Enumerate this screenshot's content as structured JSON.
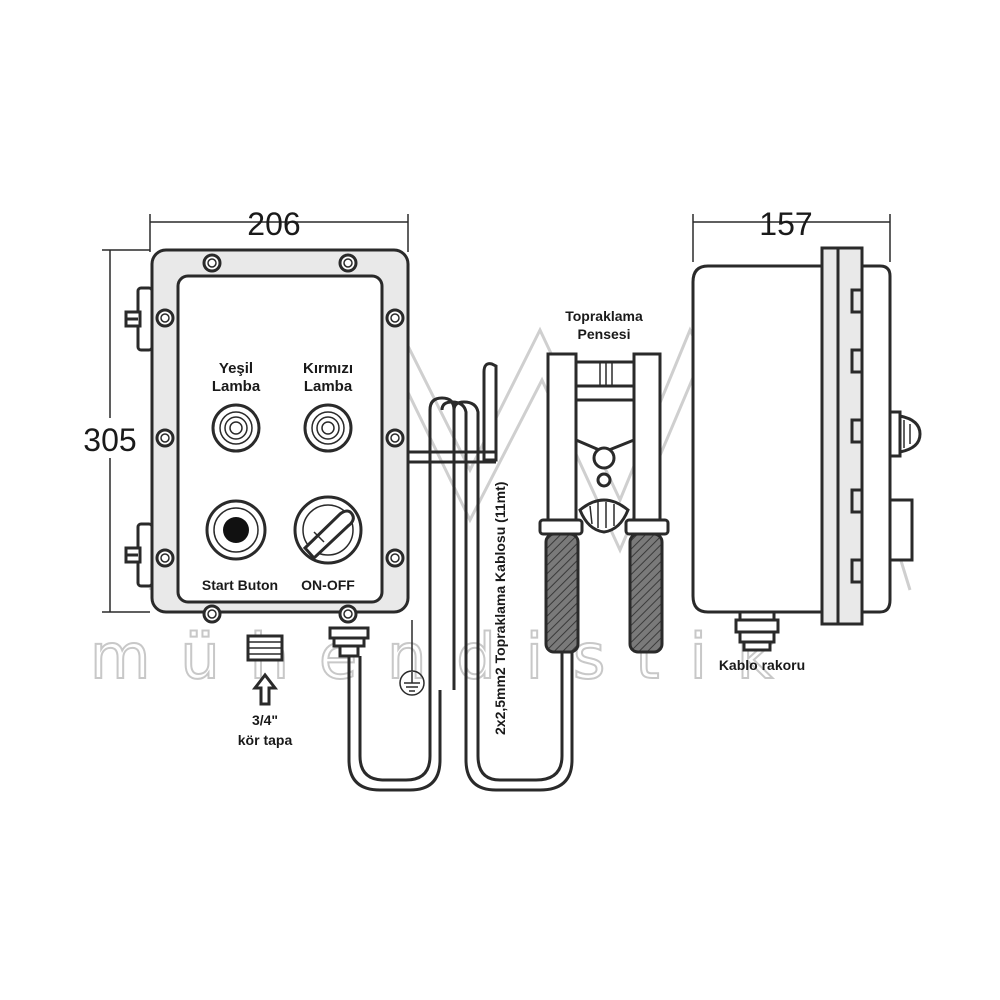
{
  "dimensions": {
    "width_front": "206",
    "height_front": "305",
    "depth_side": "157"
  },
  "labels": {
    "green_lamp_line1": "Yeşil",
    "green_lamp_line2": "Lamba",
    "red_lamp_line1": "Kırmızı",
    "red_lamp_line2": "Lamba",
    "start_button": "Start Buton",
    "on_off": "ON-OFF",
    "plug_size": "3/4\"",
    "plug_name": "kör tapa",
    "cable": "2x2,5mm2 Topraklama Kablosu (11mt)",
    "clamp_line1": "Topraklama",
    "clamp_line2": "Pensesi",
    "cable_gland": "Kablo rakoru"
  },
  "watermark": "mühendistik",
  "colors": {
    "line": "#2a2a2a",
    "panel_fill": "#e9e9e9",
    "watermark": "#c8c8c8",
    "handle_grip": "#555555"
  }
}
